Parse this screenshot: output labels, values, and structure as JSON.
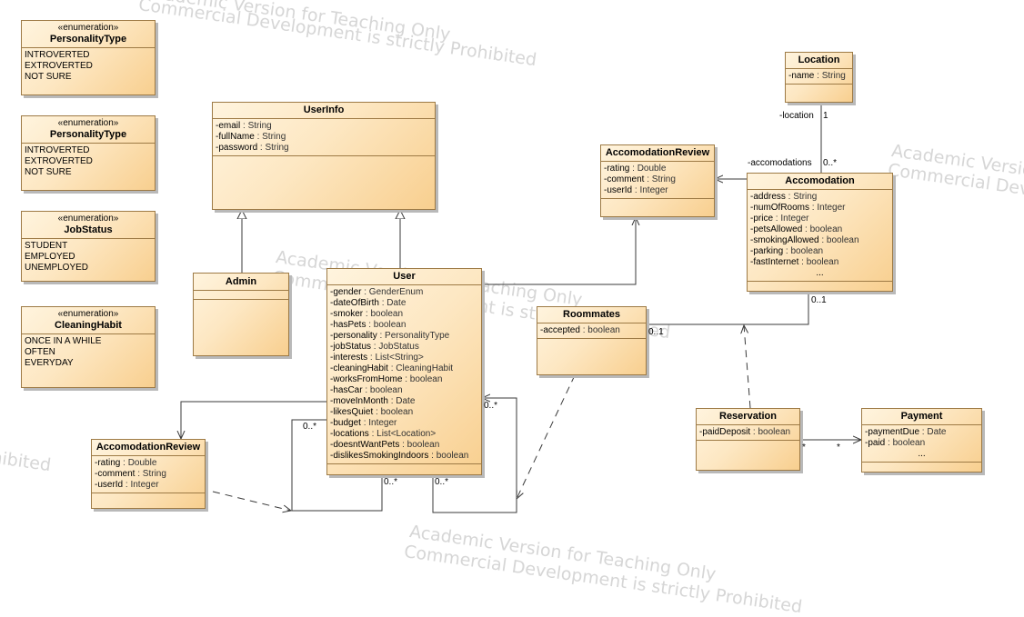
{
  "watermark": {
    "academic": "Academic Version for Teaching Only",
    "commercial": "Commercial Development is strictly Prohibited"
  },
  "stereotype": "«enumeration»",
  "enums": {
    "personality1": {
      "name": "PersonalityType",
      "literals": [
        "INTROVERTED",
        "EXTROVERTED",
        "NOT SURE"
      ]
    },
    "personality2": {
      "name": "PersonalityType",
      "literals": [
        "INTROVERTED",
        "EXTROVERTED",
        "NOT SURE"
      ]
    },
    "jobStatus": {
      "name": "JobStatus",
      "literals": [
        "STUDENT",
        "EMPLOYED",
        "UNEMPLOYED"
      ]
    },
    "cleaningHabit": {
      "name": "CleaningHabit",
      "literals": [
        "ONCE IN A WHILE",
        "OFTEN",
        "EVERYDAY"
      ]
    }
  },
  "classes": {
    "userInfo": {
      "name": "UserInfo",
      "attributes": [
        {
          "name": "-email",
          "type": " : String"
        },
        {
          "name": "-fullName",
          "type": " : String"
        },
        {
          "name": "-password",
          "type": " : String"
        }
      ]
    },
    "admin": {
      "name": "Admin"
    },
    "user": {
      "name": "User",
      "attributes": [
        {
          "name": "-gender",
          "type": " : GenderEnum"
        },
        {
          "name": "-dateOfBirth",
          "type": " : Date"
        },
        {
          "name": "-smoker",
          "type": " : boolean"
        },
        {
          "name": "-hasPets",
          "type": " : boolean"
        },
        {
          "name": "-personality",
          "type": " : PersonalityType"
        },
        {
          "name": "-jobStatus",
          "type": " : JobStatus"
        },
        {
          "name": "-interests",
          "type": " : List<String>"
        },
        {
          "name": "-cleaningHabit",
          "type": " : CleaningHabit"
        },
        {
          "name": "-worksFromHome",
          "type": " : boolean"
        },
        {
          "name": "-hasCar",
          "type": " : boolean"
        },
        {
          "name": "-moveInMonth",
          "type": " : Date"
        },
        {
          "name": "-likesQuiet",
          "type": " : boolean"
        },
        {
          "name": "-budget",
          "type": " : Integer"
        },
        {
          "name": "-locations",
          "type": " : List<Location>"
        },
        {
          "name": "-doesntWantPets",
          "type": " : boolean"
        },
        {
          "name": "-dislikesSmokingIndoors",
          "type": " : boolean"
        }
      ]
    },
    "reviewTop": {
      "name": "AccomodationReview",
      "attributes": [
        {
          "name": "-rating",
          "type": " : Double"
        },
        {
          "name": "-comment",
          "type": " : String"
        },
        {
          "name": "-userId",
          "type": " : Integer"
        }
      ]
    },
    "reviewBottom": {
      "name": "AccomodationReview",
      "attributes": [
        {
          "name": "-rating",
          "type": " : Double"
        },
        {
          "name": "-comment",
          "type": " : String"
        },
        {
          "name": "-userId",
          "type": " : Integer"
        }
      ]
    },
    "location": {
      "name": "Location",
      "attributes": [
        {
          "name": "-name",
          "type": " : String"
        }
      ]
    },
    "accomodation": {
      "name": "Accomodation",
      "attributes": [
        {
          "name": "-address",
          "type": " : String"
        },
        {
          "name": "-numOfRooms",
          "type": " : Integer"
        },
        {
          "name": "-price",
          "type": " : Integer"
        },
        {
          "name": "-petsAllowed",
          "type": " : boolean"
        },
        {
          "name": "-smokingAllowed",
          "type": " : boolean"
        },
        {
          "name": "-parking",
          "type": " : boolean"
        },
        {
          "name": "-fastInternet",
          "type": " : boolean"
        }
      ],
      "ellipsis": "..."
    },
    "roommates": {
      "name": "Roommates",
      "attributes": [
        {
          "name": "-accepted",
          "type": " : boolean"
        }
      ]
    },
    "reservation": {
      "name": "Reservation",
      "attributes": [
        {
          "name": "-paidDeposit",
          "type": " : boolean"
        }
      ]
    },
    "payment": {
      "name": "Payment",
      "attributes": [
        {
          "name": "-paymentDue",
          "type": " : Date"
        },
        {
          "name": "-paid",
          "type": " : boolean"
        }
      ],
      "ellipsis": "..."
    }
  },
  "labels": {
    "locationRole": "-location",
    "locationMult": "1",
    "accomodationsRole": "-accomodations",
    "accomodationsMult": "0..*",
    "accomodationMult": "0..1",
    "roommatesMult": "0..1",
    "selfLeft": "0..*",
    "selfBottomLeft": "0..*",
    "selfBottomRight": "0..*",
    "selfRight": "0..*",
    "reservationMult": "*",
    "paymentMult": "*"
  },
  "colors": {
    "classFill": "#fde7c2",
    "classBorder": "#9d7a45",
    "shadow": "#b9b9b9",
    "edge": "#3a3a3a",
    "watermark": "#d6d6d6"
  }
}
